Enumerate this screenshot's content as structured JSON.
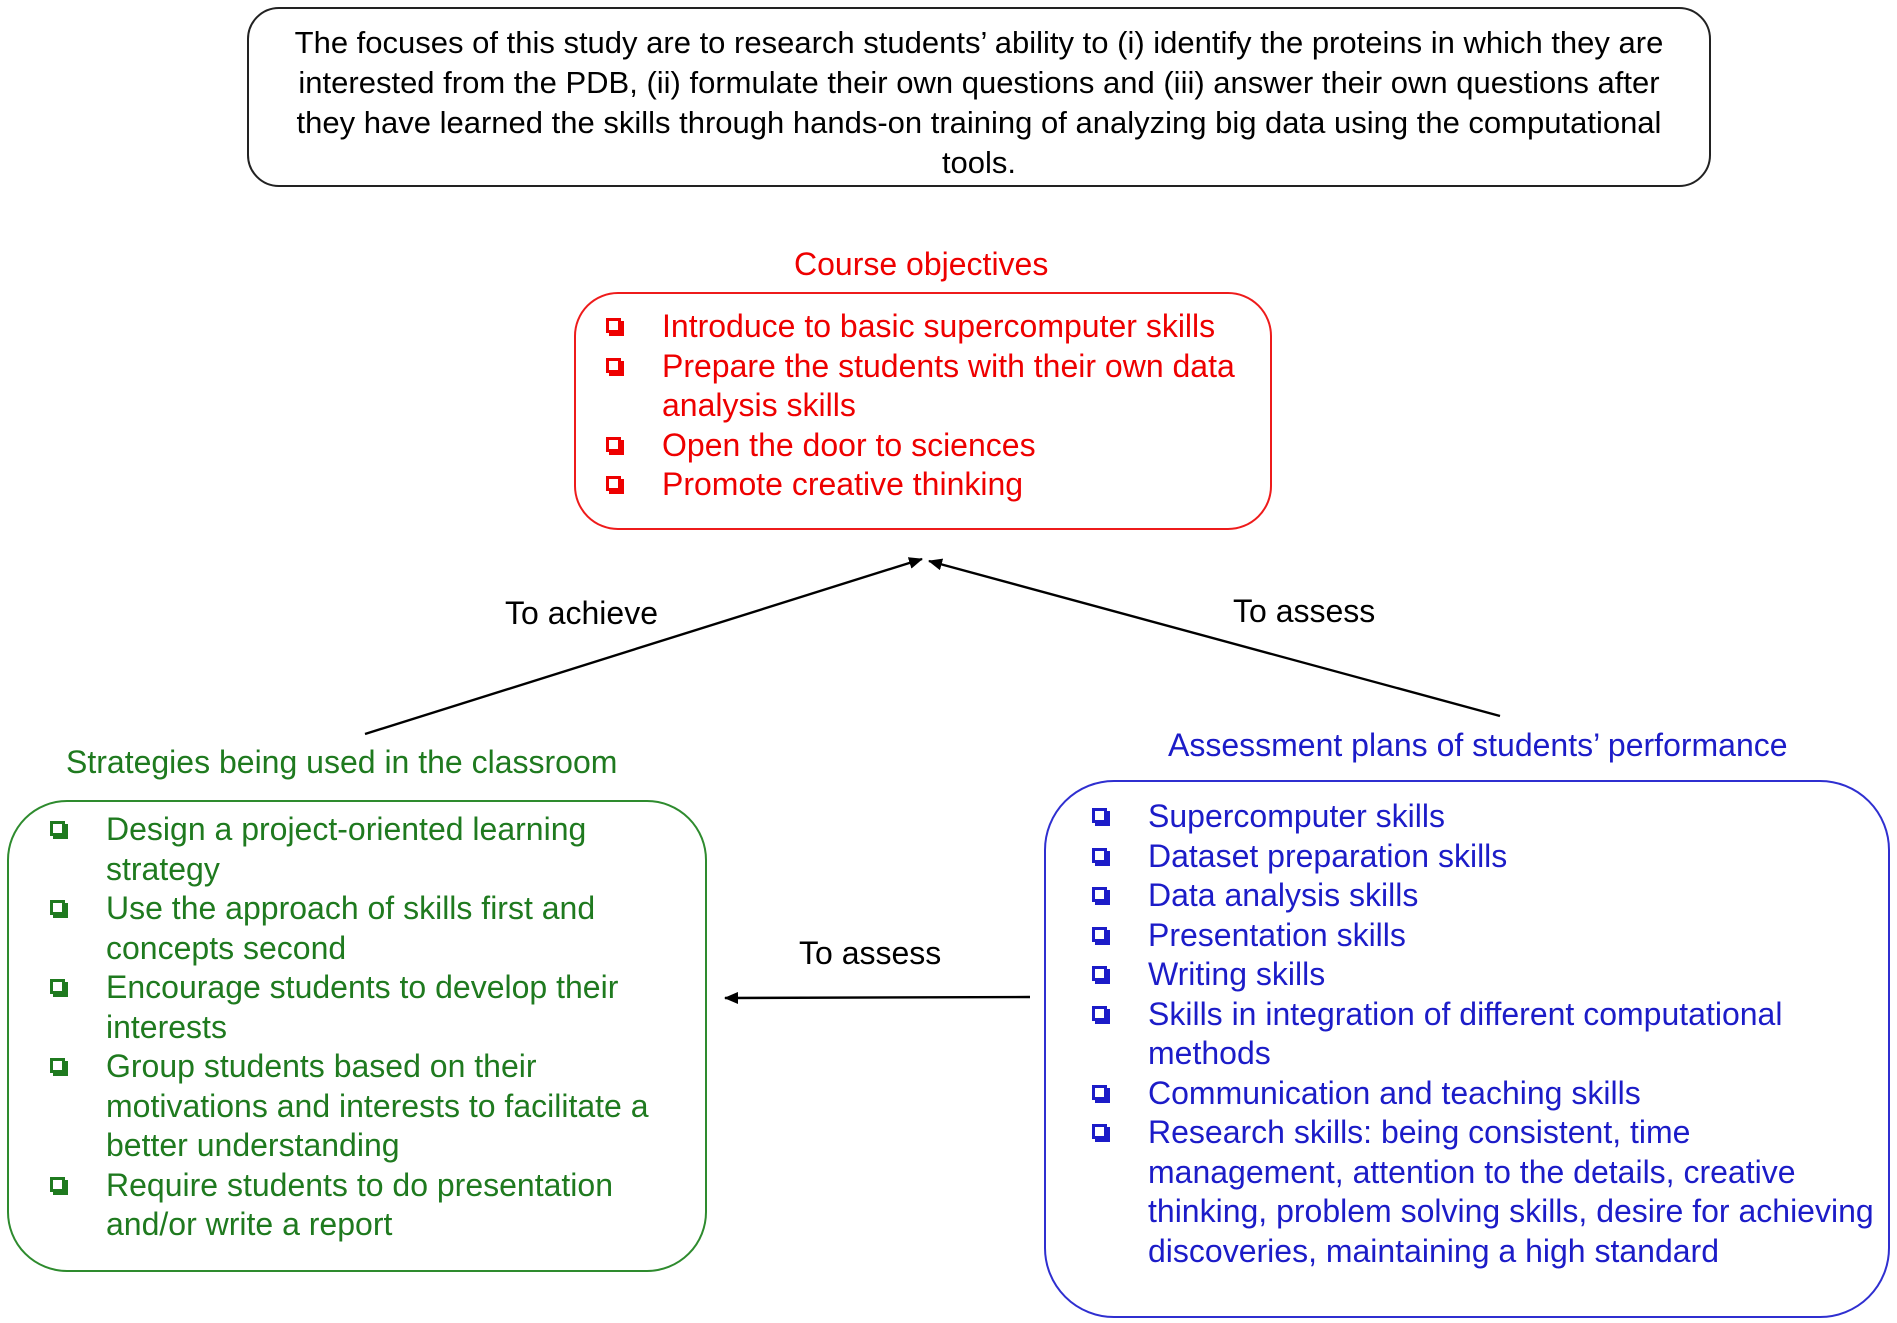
{
  "focus": {
    "text": "The focuses of this study are to research students’ ability to (i) identify the proteins in which they are interested from the PDB, (ii) formulate their own questions and (iii) answer their own questions after they have learned the skills through hands-on training of analyzing big data using the computational tools."
  },
  "objectives": {
    "title": "Course objectives",
    "items": [
      "Introduce to basic supercomputer skills",
      "Prepare the students with their own data analysis skills",
      "Open the door to sciences",
      "Promote creative thinking"
    ]
  },
  "strategies": {
    "title": "Strategies being used in the classroom",
    "items": [
      "Design a project-oriented learning strategy",
      "Use the approach of skills first and concepts second",
      "Encourage students to develop their interests",
      "Group students based on their motivations and interests to facilitate a better understanding",
      "Require students to do presentation and/or write a report"
    ]
  },
  "assessment": {
    "title": "Assessment plans of students’ performance",
    "items": [
      "Supercomputer skills",
      "Dataset preparation skills",
      "Data analysis skills",
      "Presentation skills",
      "Writing skills",
      "Skills in integration of different computational methods",
      "Communication and teaching skills",
      "Research skills: being consistent, time management, attention to the details, creative thinking, problem solving skills, desire for achieving discoveries, maintaining a high standard"
    ]
  },
  "edges": {
    "to_achieve": "To achieve",
    "to_assess_top": "To assess",
    "to_assess_mid": "To assess"
  },
  "colors": {
    "objectives": "#ee0000",
    "strategies": "#1f7a1f",
    "assessment": "#1c1cc8"
  }
}
